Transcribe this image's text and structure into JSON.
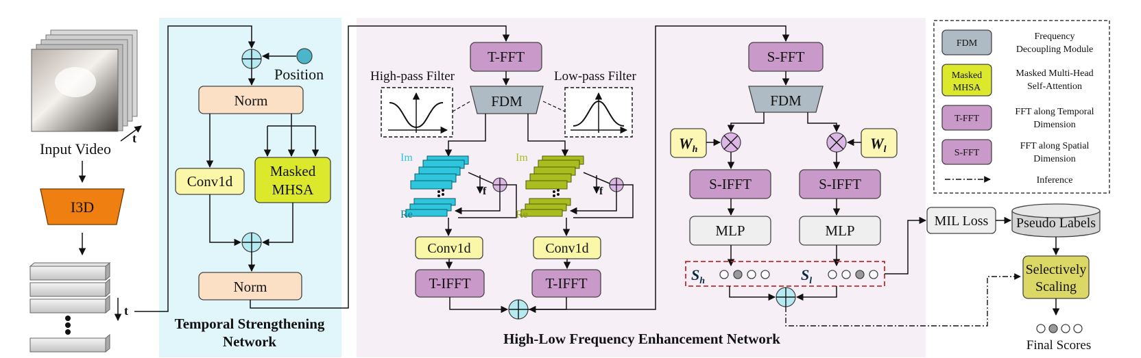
{
  "input": {
    "video_label": "Input Video",
    "t_label": "t",
    "i3d_label": "I3D",
    "feature_t_label": "t"
  },
  "tsn": {
    "title_line1": "Temporal Strengthening",
    "title_line2": "Network",
    "position_label": "Position",
    "norm_top": "Norm",
    "conv1d": "Conv1d",
    "mhsa_line1": "Masked",
    "mhsa_line2": "MHSA",
    "norm_bottom": "Norm"
  },
  "hlf": {
    "title": "High-Low Frequency Enhancement Network",
    "t_fft": "T-FFT",
    "fdm": "FDM",
    "high_pass": "High-pass Filter",
    "low_pass": "Low-pass Filter",
    "im_label": "Im",
    "re_label": "Re",
    "f_label": "f",
    "conv1d": "Conv1d",
    "t_ifft": "T-IFFT",
    "s_fft": "S-FFT",
    "s_ifft": "S-IFFT",
    "mlp": "MLP",
    "w_h": "W",
    "w_h_sub": "h",
    "w_l": "W",
    "w_l_sub": "l",
    "s_h": "S",
    "s_h_sub": "h",
    "s_l": "S",
    "s_l_sub": "l"
  },
  "right": {
    "mil_loss": "MIL Loss",
    "pseudo_labels": "Pseudo Labels",
    "scaling_line1": "Selectively",
    "scaling_line2": "Scaling",
    "final_scores": "Final Scores"
  },
  "legend": {
    "items": [
      {
        "key": "FDM",
        "desc1": "Frequency",
        "desc2": "Decoupling Module"
      },
      {
        "key1": "Masked",
        "key2": "MHSA",
        "desc1": "Masked Multi-Head",
        "desc2": "Self-Attention"
      },
      {
        "key": "T-FFT",
        "desc1": "FFT along Temporal",
        "desc2": "Dimension"
      },
      {
        "key": "S-FFT",
        "desc1": "FFT along Spatial",
        "desc2": "Dimension"
      },
      {
        "desc1": "Inference"
      }
    ]
  },
  "colors": {
    "tsn_bg": "#e0f6fb",
    "hlf_bg": "#f6eff6",
    "norm": "#fbe0c6",
    "conv1d": "#fbf7a8",
    "mhsa": "#dbe82c",
    "i3d": "#f07f12",
    "fft": "#c99ac9",
    "fdm": "#aebbc4",
    "mlp": "#efefef",
    "cyan_block": "#2ec6dc",
    "olive_block": "#a9bd1f",
    "circle_plus": "#b6eaf3",
    "circle_mult": "#dcb6e4",
    "position_dot": "#4bb6c9",
    "weight_box": "#fdf7b6",
    "scaling": "#dcd866"
  }
}
